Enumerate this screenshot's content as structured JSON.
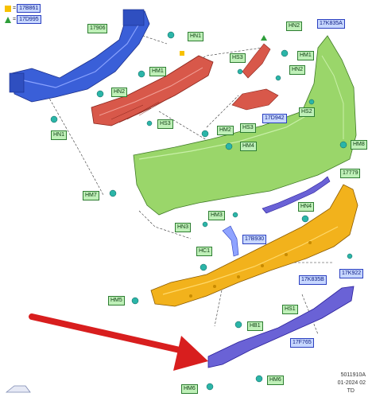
{
  "legend": [
    {
      "symbol": "square",
      "color": "#f7c100",
      "code": "17B861"
    },
    {
      "symbol": "triangle",
      "color": "#2e9e3a",
      "code": "17D995"
    }
  ],
  "labels": {
    "l_17906": "17906",
    "l_hn1_top": "HN1",
    "l_hn1_left": "HN1",
    "l_hm1": "HM1",
    "l_hn2_mid": "HN2",
    "l_hs3_mid": "HS3",
    "l_hs3_right": "HS3",
    "l_hn2_top": "HN2",
    "l_17k835a": "17K835A",
    "l_hm1_right": "HM1",
    "l_hn2_right": "HN2",
    "l_hs2": "HS2",
    "l_17d942": "17D942",
    "l_hs3_low": "HS3",
    "l_hm2": "HM2",
    "l_hm4": "HM4",
    "l_hm8": "HM8",
    "l_hm7": "HM7",
    "l_17779": "17779",
    "l_hm3": "HM3",
    "l_hn3": "HN3",
    "l_hn4": "HN4",
    "l_17b930": "17B930",
    "l_hc1": "HC1",
    "l_17k835b": "17K835B",
    "l_17k922": "17K922",
    "l_hm5": "HM5",
    "l_hs1": "HS1",
    "l_hb1": "HB1",
    "l_17f765": "17F765",
    "l_hm6_bottom": "HM6",
    "l_hm6_right": "HM6"
  },
  "footer": {
    "code": "5011910A",
    "date": "01-2024 02",
    "region": "TD"
  },
  "colors": {
    "blue_part": "#3a5fd8",
    "red_part": "#d8584a",
    "green_part": "#9ad66a",
    "orange_part": "#f2b21c",
    "purple_part": "#6a62d6",
    "clip": "#2bb5a8",
    "arrow": "#d81e1e"
  }
}
